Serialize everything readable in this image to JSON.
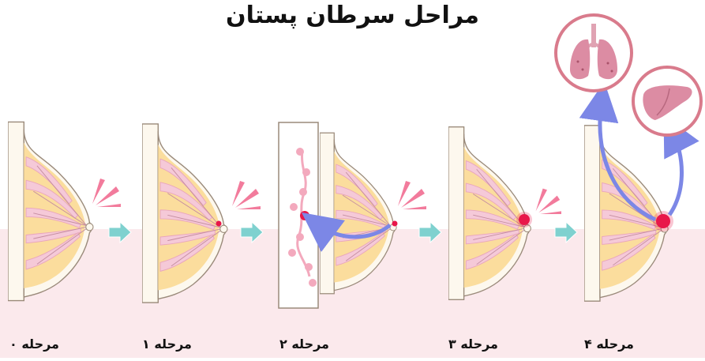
{
  "title": "مراحل سرطان پستان",
  "stages": [
    {
      "label": "مرحله ۰"
    },
    {
      "label": "مرحله ۱"
    },
    {
      "label": "مرحله ۲"
    },
    {
      "label": "مرحله ۳"
    },
    {
      "label": "مرحله ۴"
    }
  ],
  "metastasis_targets": [
    "lungs-icon",
    "liver-icon"
  ],
  "colors": {
    "background_band": "#fbe9ec",
    "skin": "#fdf8ee",
    "fat": "#fbdd9d",
    "lobule": "#f5c9d8",
    "tumor": "#e8174a",
    "pain_rays": "#f27b9c",
    "flow_arrow": "#7fd1cf",
    "spread_arrow": "#7c87e6",
    "organ_ring": "#d97b8c",
    "organ_fill": "#dc8ca3"
  }
}
